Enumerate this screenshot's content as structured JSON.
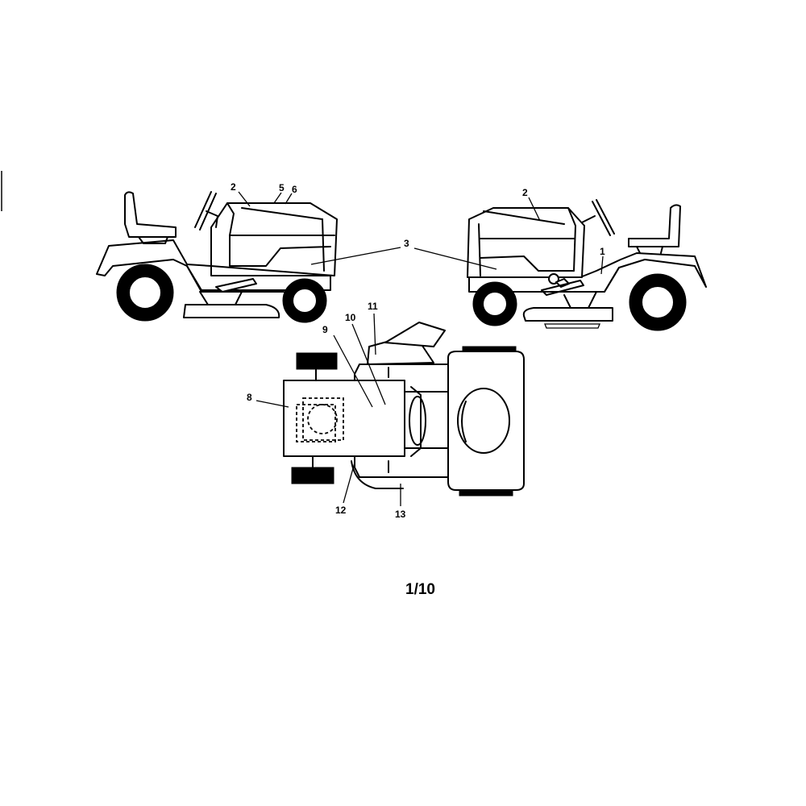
{
  "callouts": {
    "c1": "1",
    "c2_left": "2",
    "c2_right": "2",
    "c3": "3",
    "c5": "5",
    "c6": "6",
    "c8": "8",
    "c9": "9",
    "c10": "10",
    "c11": "11",
    "c12": "12",
    "c13": "13"
  },
  "page_number": "1/10"
}
